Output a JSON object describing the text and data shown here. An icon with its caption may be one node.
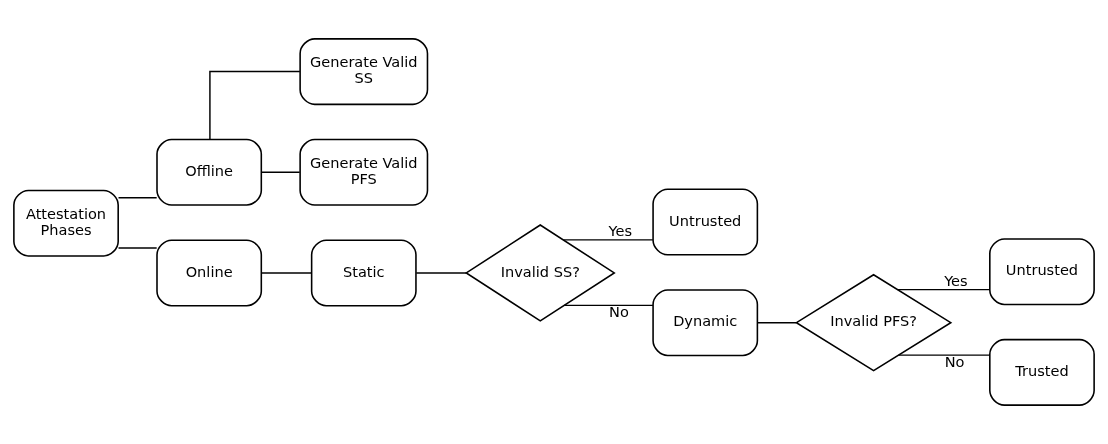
{
  "diagram": {
    "nodes": [
      {
        "text": [
          "Attestation Phases"
        ]
      },
      {
        "text": [
          "Offline"
        ]
      },
      {
        "text": [
          "Generate Valid SS"
        ]
      },
      {
        "text": [
          "Generate Valid PFS"
        ]
      },
      {
        "text": [
          "Online"
        ]
      },
      {
        "text": [
          "Static"
        ]
      },
      {
        "text": [
          "Invalid SS?"
        ]
      },
      {
        "text": [
          "Untrusted"
        ]
      },
      {
        "text": [
          "Dynamic"
        ]
      },
      {
        "text": [
          "Invalid PFS?"
        ]
      },
      {
        "text": [
          "Untrusted"
        ]
      },
      {
        "text": [
          "Trusted"
        ]
      }
    ],
    "edges": [
      {
        "from": 0,
        "to": 1,
        "arrow": "none"
      },
      {
        "from": 0,
        "to": 4,
        "arrow": "none"
      },
      {
        "from": 1,
        "to": 2,
        "arrow": "none"
      },
      {
        "from": 1,
        "to": 3,
        "arrow": "none"
      },
      {
        "from": 4,
        "to": 5,
        "arrow": "none"
      },
      {
        "from": 5,
        "to": 6,
        "arrow": "none"
      },
      {
        "from": 6,
        "to": 7,
        "arrow": "none",
        "label": "Yes"
      },
      {
        "from": 6,
        "to": 8,
        "arrow": "none",
        "label": "No"
      },
      {
        "from": 8,
        "to": 9,
        "arrow": "none"
      },
      {
        "from": 9,
        "to": 10,
        "arrow": "none",
        "label": "Yes"
      },
      {
        "from": 9,
        "to": 11,
        "arrow": "none",
        "label": "No"
      }
    ]
  }
}
